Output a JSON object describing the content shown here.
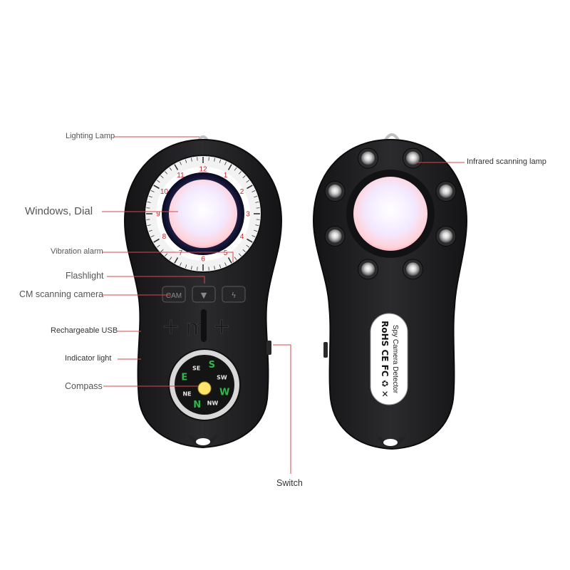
{
  "annotations": {
    "lighting_lamp": "Lighting Lamp",
    "windows_dial": "Windows, Dial",
    "vibration_alarm": "Vibration alarm",
    "flashlight": "Flashlight",
    "cm_scanning_camera": "CM scanning camera",
    "rechargeable_usb": "Rechargeable USB",
    "indicator_light": "Indicator light",
    "compass": "Compass",
    "switch": "Switch",
    "infrared_scanning_lamp": "Infrared scanning lamp"
  },
  "front_device": {
    "dial_numbers": [
      "12",
      "1",
      "2",
      "3",
      "4",
      "5",
      "6",
      "7",
      "8",
      "9",
      "10",
      "11"
    ],
    "buttons": [
      "CAM",
      "▼",
      "ϟ"
    ],
    "mode_controls": [
      "+",
      "m",
      "+"
    ],
    "compass_directions": [
      "N",
      "NE",
      "E",
      "SE",
      "S",
      "SW",
      "W",
      "NW"
    ]
  },
  "back_device": {
    "label_title": "Spy Camera Detector",
    "certifications": "RoHS CE FC ♻ ✕"
  },
  "colors": {
    "body": "#1f1f21",
    "lens_glow": "#e84a5f",
    "callout_line": "#d9474b",
    "dial_numbers": "#c8202a",
    "compass_green": "#2fb84a"
  }
}
